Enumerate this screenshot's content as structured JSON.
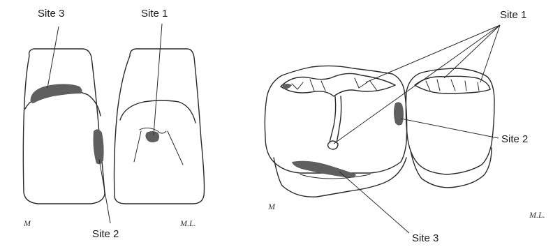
{
  "colors": {
    "ink": "#2a2a2a",
    "lesion": "#5f5f5f",
    "background": "#ffffff"
  },
  "incisor_figure": {
    "labels": {
      "site3": "Site 3",
      "site1": "Site 1",
      "site2": "Site 2"
    },
    "corner_mark": "M",
    "signature": "M.L."
  },
  "molar_figure": {
    "labels": {
      "site1": "Site 1",
      "site2": "Site 2",
      "site3": "Site 3"
    },
    "corner_mark": "M",
    "signature": "M.L."
  }
}
